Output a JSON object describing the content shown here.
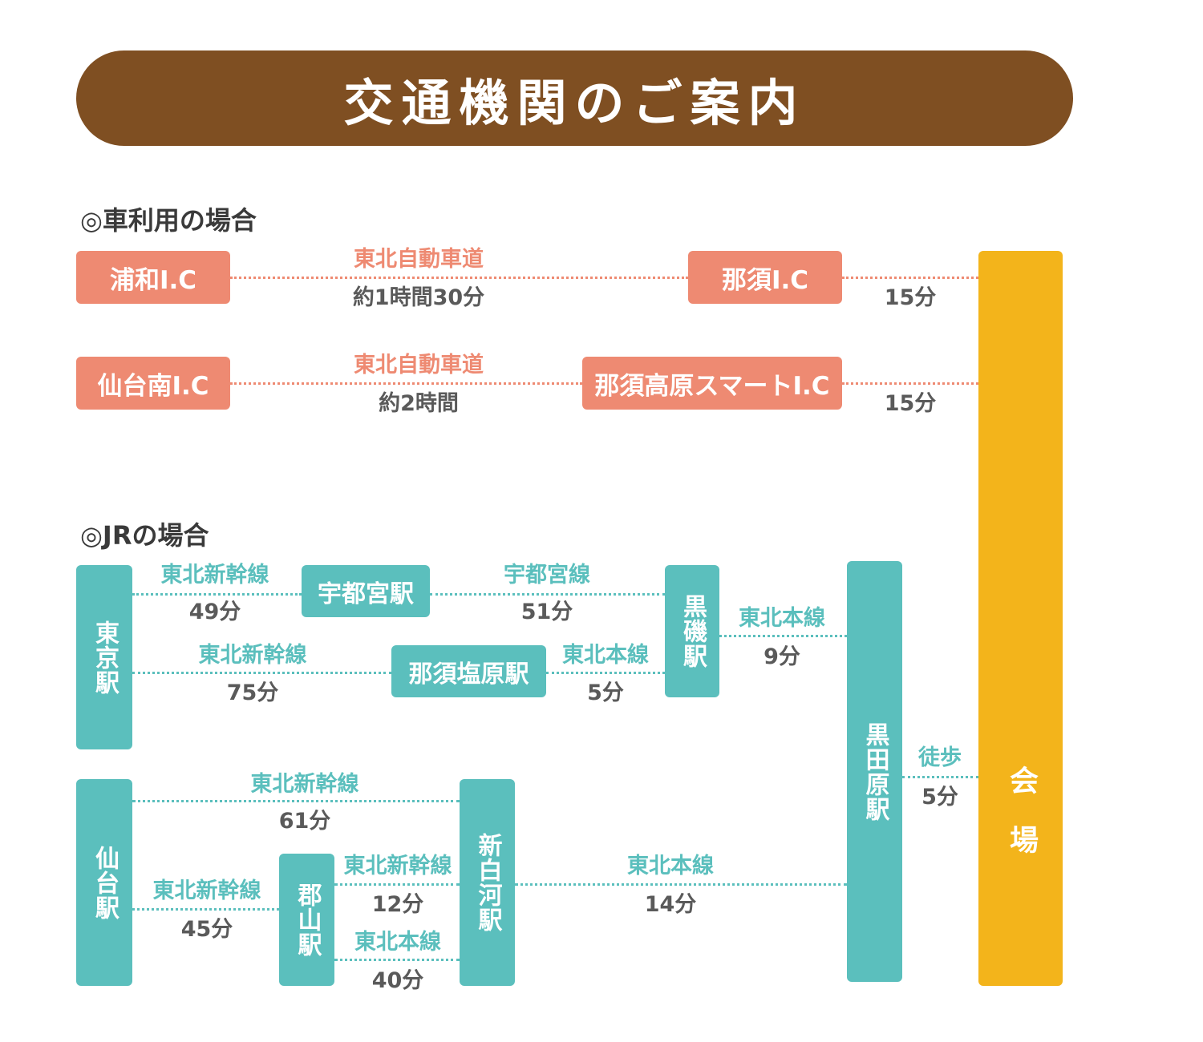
{
  "title": "交通機関のご案内",
  "car_section": {
    "heading": "◎車利用の場合",
    "routes": [
      {
        "from": "浦和I.C",
        "road": "東北自動車道",
        "road_time": "約1時間30分",
        "exit": "那須I.C",
        "exit_time": "15分"
      },
      {
        "from": "仙台南I.C",
        "road": "東北自動車道",
        "road_time": "約2時間",
        "exit": "那須高原スマートI.C",
        "exit_time": "15分"
      }
    ]
  },
  "jr_section": {
    "heading": "◎JRの場合",
    "stations": {
      "tokyo": "東京駅",
      "utsunomiya": "宇都宮駅",
      "kuroiso": "黒磯駅",
      "nasushiobara": "那須塩原駅",
      "kurodahara": "黒田原駅",
      "sendai": "仙台駅",
      "koriyama": "郡山駅",
      "shinshirakawa": "新白河駅"
    },
    "segments": {
      "tokyo_utsunomiya": {
        "line": "東北新幹線",
        "time": "49分"
      },
      "utsunomiya_kuroiso": {
        "line": "宇都宮線",
        "time": "51分"
      },
      "kuroiso_kurodahara": {
        "line": "東北本線",
        "time": "9分"
      },
      "tokyo_nasushiobara": {
        "line": "東北新幹線",
        "time": "75分"
      },
      "nasushiobara_kuroiso": {
        "line": "東北本線",
        "time": "5分"
      },
      "sendai_shinshirakawa": {
        "line": "東北新幹線",
        "time": "61分"
      },
      "sendai_koriyama": {
        "line": "東北新幹線",
        "time": "45分"
      },
      "koriyama_shinshirakawa_shinkansen": {
        "line": "東北新幹線",
        "time": "12分"
      },
      "koriyama_shinshirakawa_honsen": {
        "line": "東北本線",
        "time": "40分"
      },
      "shinshirakawa_kurodahara": {
        "line": "東北本線",
        "time": "14分"
      },
      "kurodahara_venue": {
        "line": "徒歩",
        "time": "5分"
      }
    }
  },
  "venue": "会場",
  "colors": {
    "banner": "#7f4f22",
    "car": "#ee8a72",
    "jr": "#5bbfbd",
    "venue": "#f3b41b",
    "time_text": "#5a5a5a"
  }
}
